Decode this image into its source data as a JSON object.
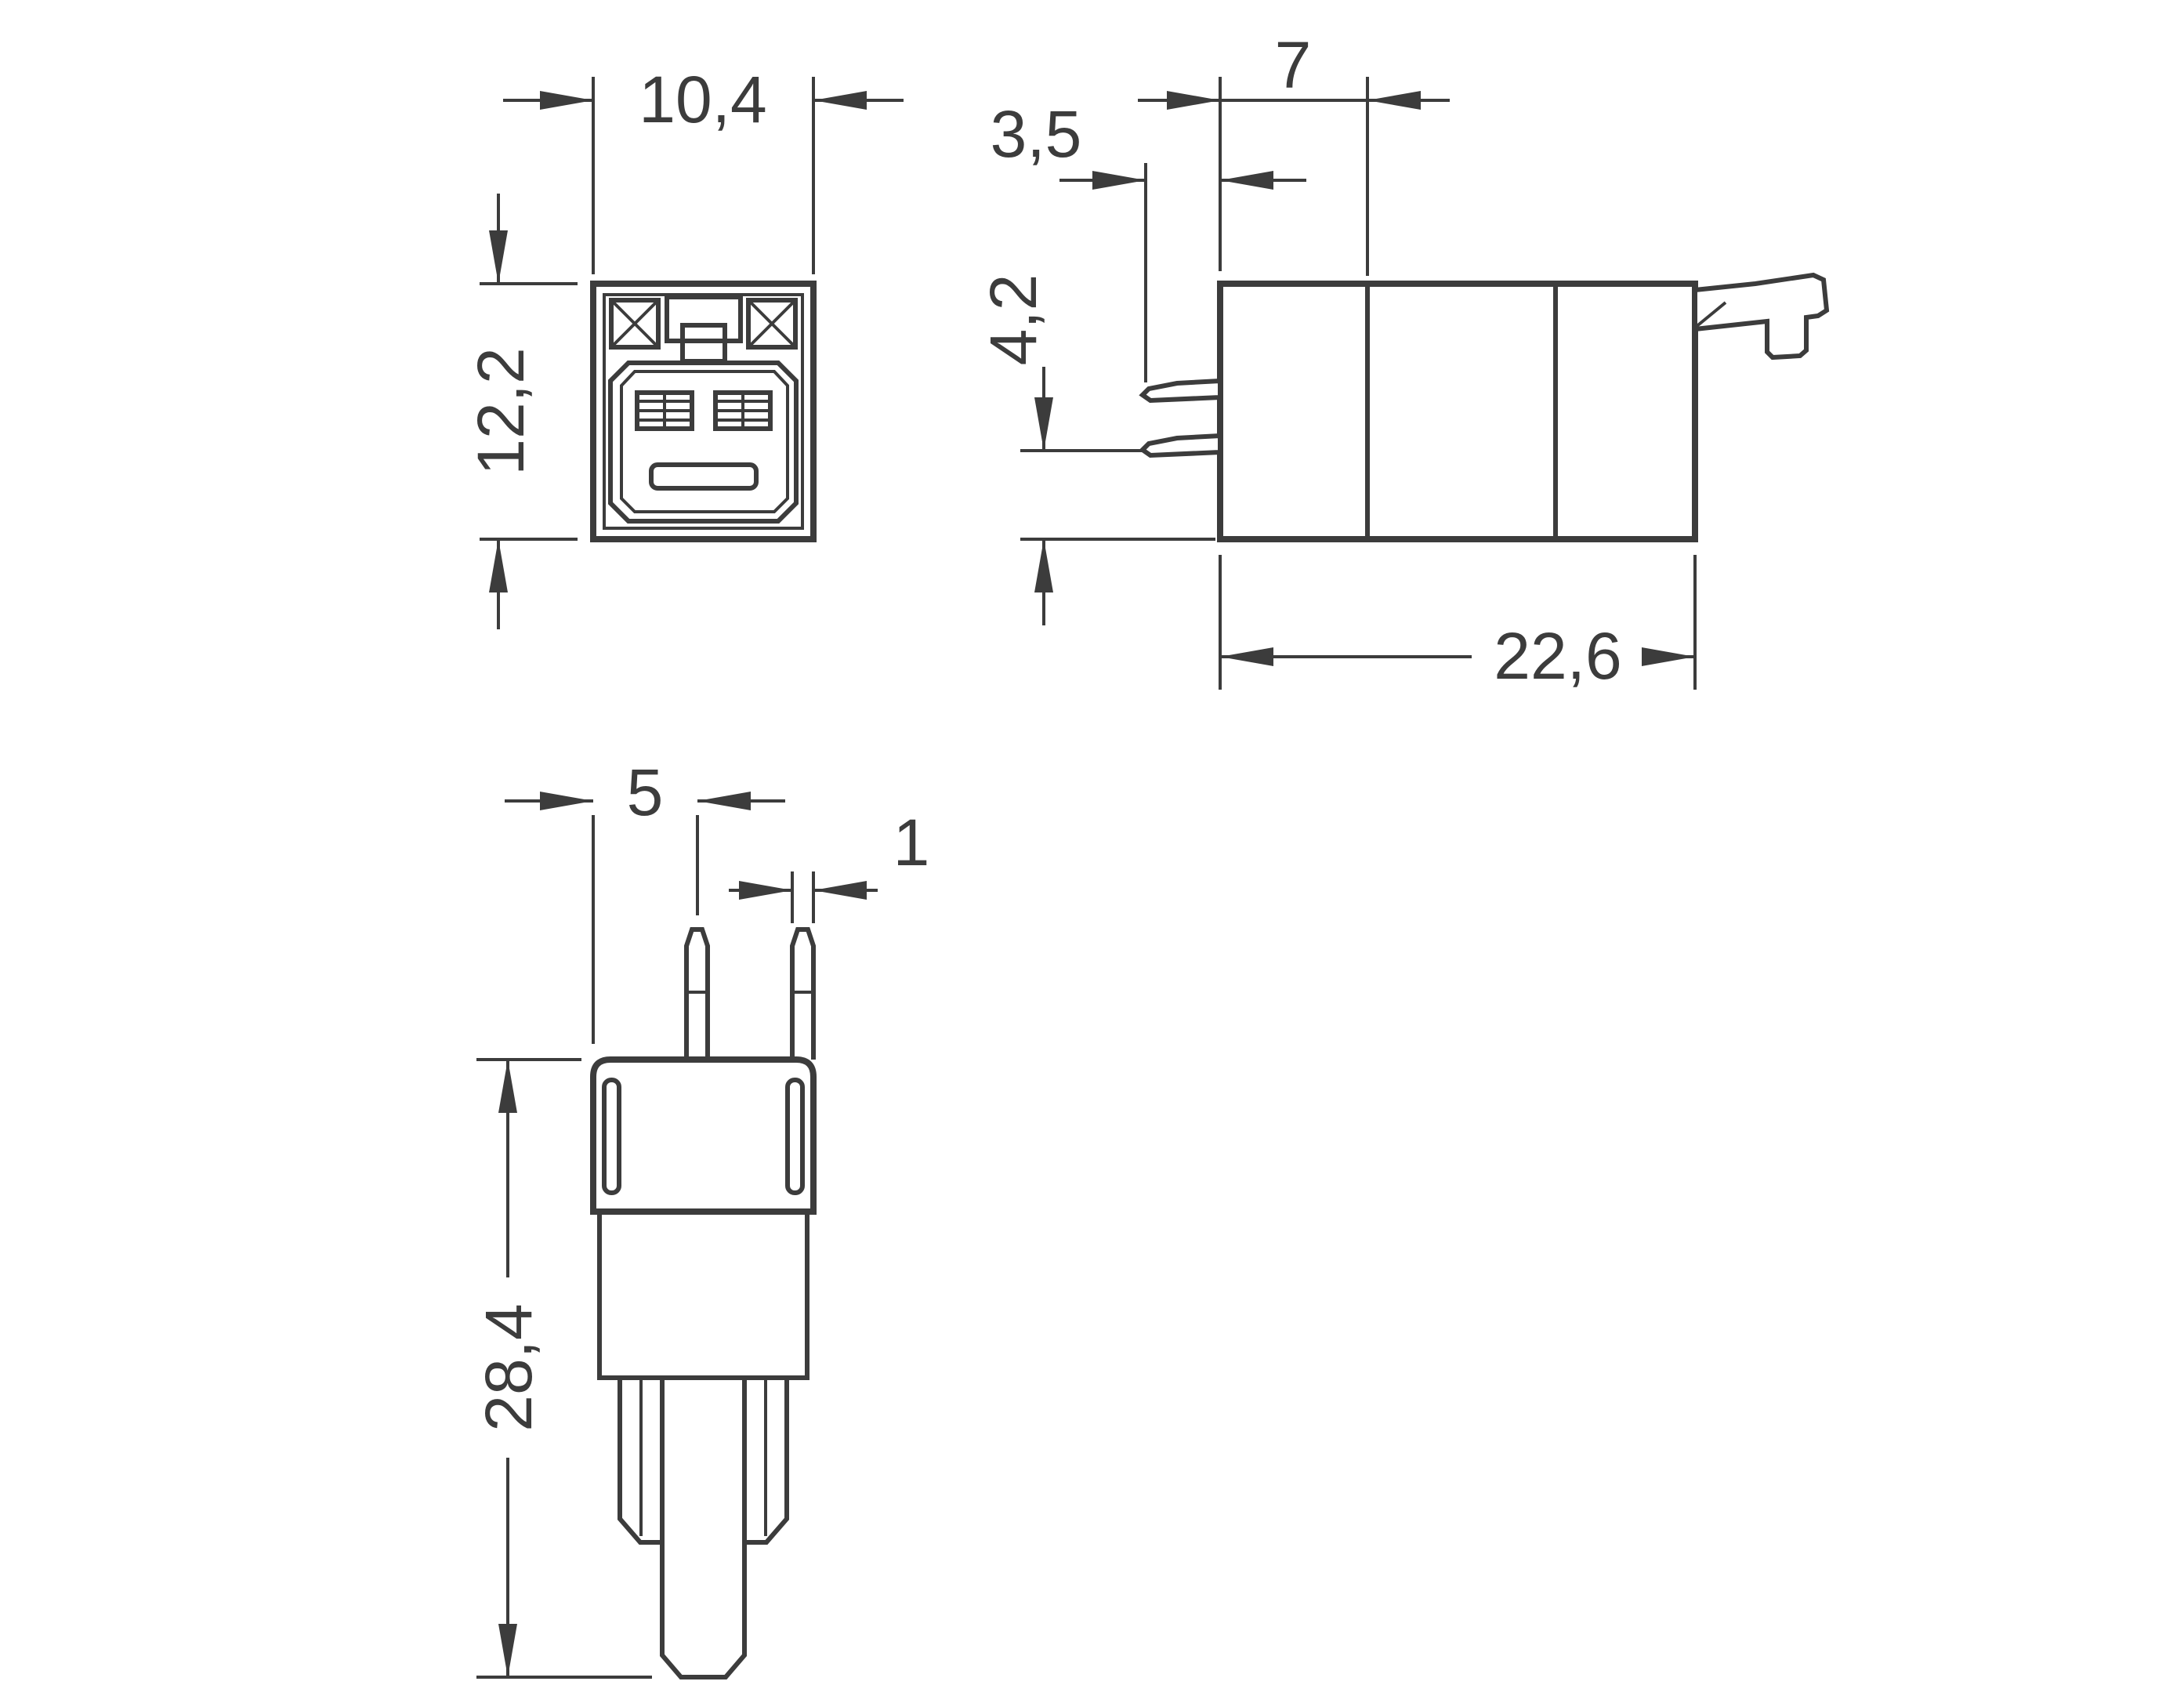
{
  "page": {
    "background": "#ffffff",
    "line_color": "#3c3c3c",
    "description": "technical-dimension-drawing-of-2-pole-connector"
  },
  "views": {
    "front": {
      "label": "front-view",
      "dims": {
        "width": "10,4",
        "height": "12,2"
      }
    },
    "side": {
      "label": "side-view",
      "dims": {
        "front_section_depth": "7",
        "pin_protrusion": "3,5",
        "pin_height": "4,2",
        "total_depth": "22,6"
      }
    },
    "bottom": {
      "label": "bottom-view",
      "dims": {
        "pin_pitch": "5",
        "pin_width": "1",
        "total_height": "28,4"
      }
    }
  }
}
